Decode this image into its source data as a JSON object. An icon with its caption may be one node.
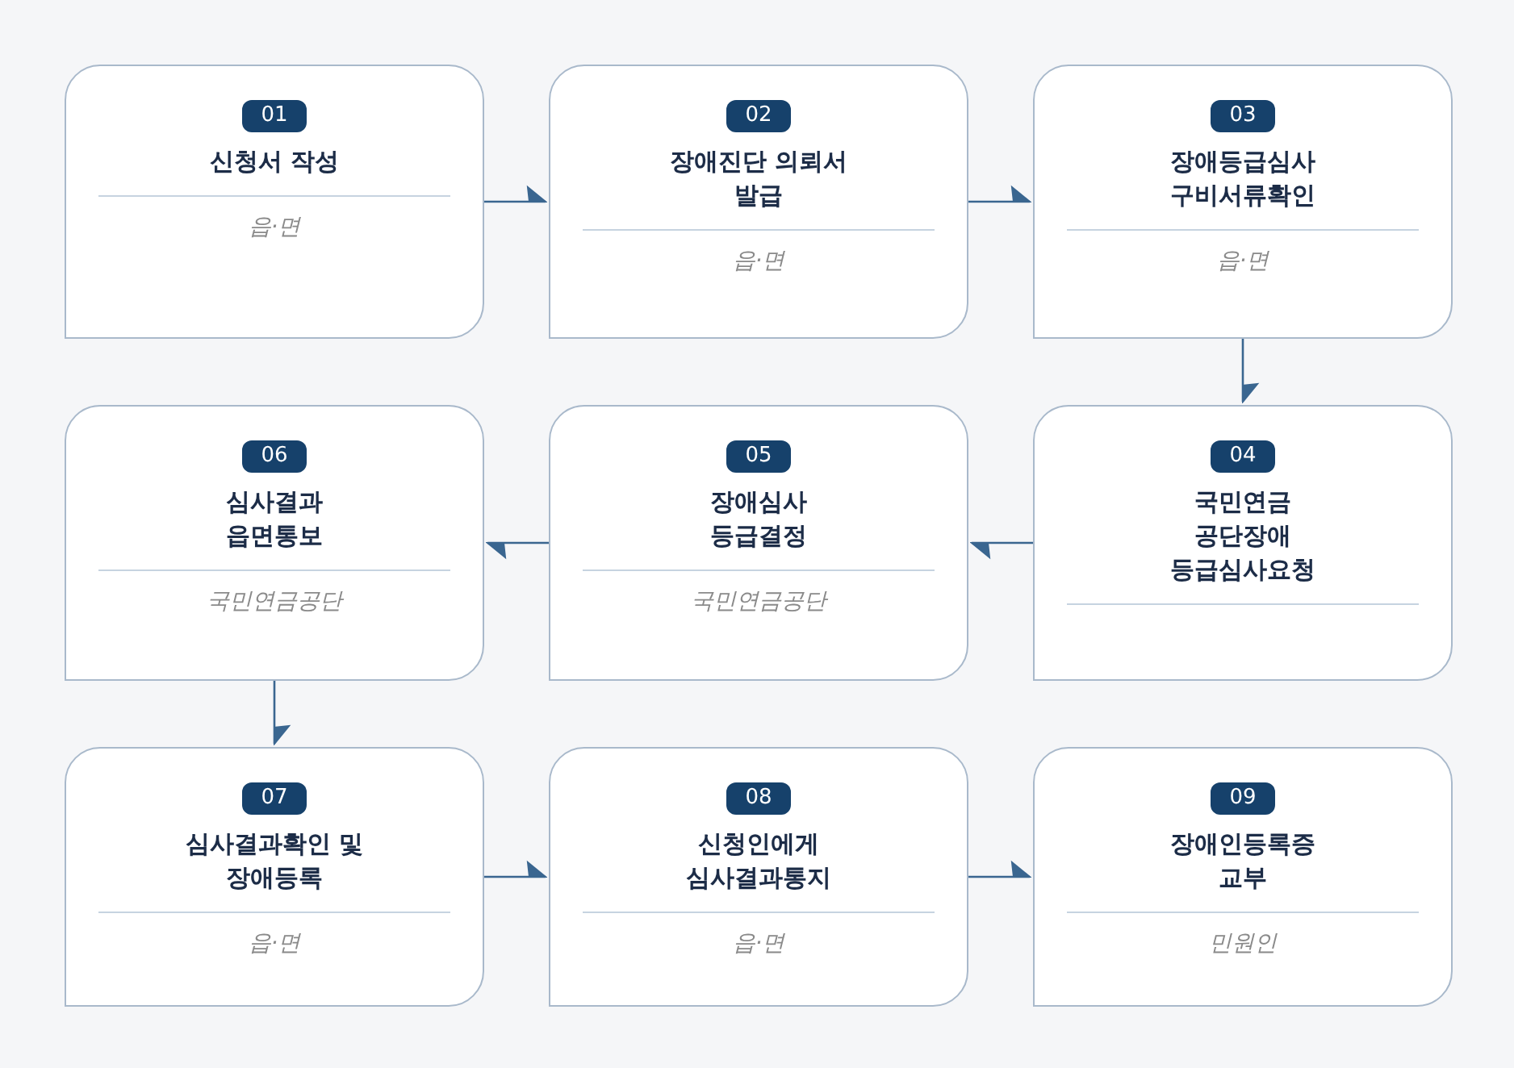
{
  "diagram": {
    "nodes": [
      {
        "text": [
          "01",
          "신청서 작성",
          "읍·면"
        ]
      },
      {
        "text": [
          "02",
          "장애진단 의뢰서 발급",
          "읍·면"
        ]
      },
      {
        "text": [
          "03",
          "장애등급심사 구비서류확인",
          "읍·면"
        ]
      },
      {
        "text": [
          "04",
          "국민연금 공단장애 등급심사요청"
        ]
      },
      {
        "text": [
          "05",
          "장애심사 등급결정",
          "국민연금공단"
        ]
      },
      {
        "text": [
          "06",
          "심사결과 읍면통보",
          "국민연금공단"
        ]
      },
      {
        "text": [
          "07",
          "심사결과확인 및 장애등록",
          "읍·면"
        ]
      },
      {
        "text": [
          "08",
          "신청인에게 심사결과통지",
          "읍·면"
        ]
      },
      {
        "text": [
          "09",
          "장애인등록증 교부",
          "민원인"
        ]
      }
    ],
    "edges": [
      {
        "from": 0,
        "to": 1,
        "arrow": "to"
      },
      {
        "from": 1,
        "to": 2,
        "arrow": "to"
      },
      {
        "from": 2,
        "to": 3,
        "arrow": "to"
      },
      {
        "from": 3,
        "to": 4,
        "arrow": "to"
      },
      {
        "from": 4,
        "to": 5,
        "arrow": "to"
      },
      {
        "from": 5,
        "to": 6,
        "arrow": "to"
      },
      {
        "from": 6,
        "to": 7,
        "arrow": "to"
      },
      {
        "from": 7,
        "to": 8,
        "arrow": "to"
      }
    ]
  }
}
